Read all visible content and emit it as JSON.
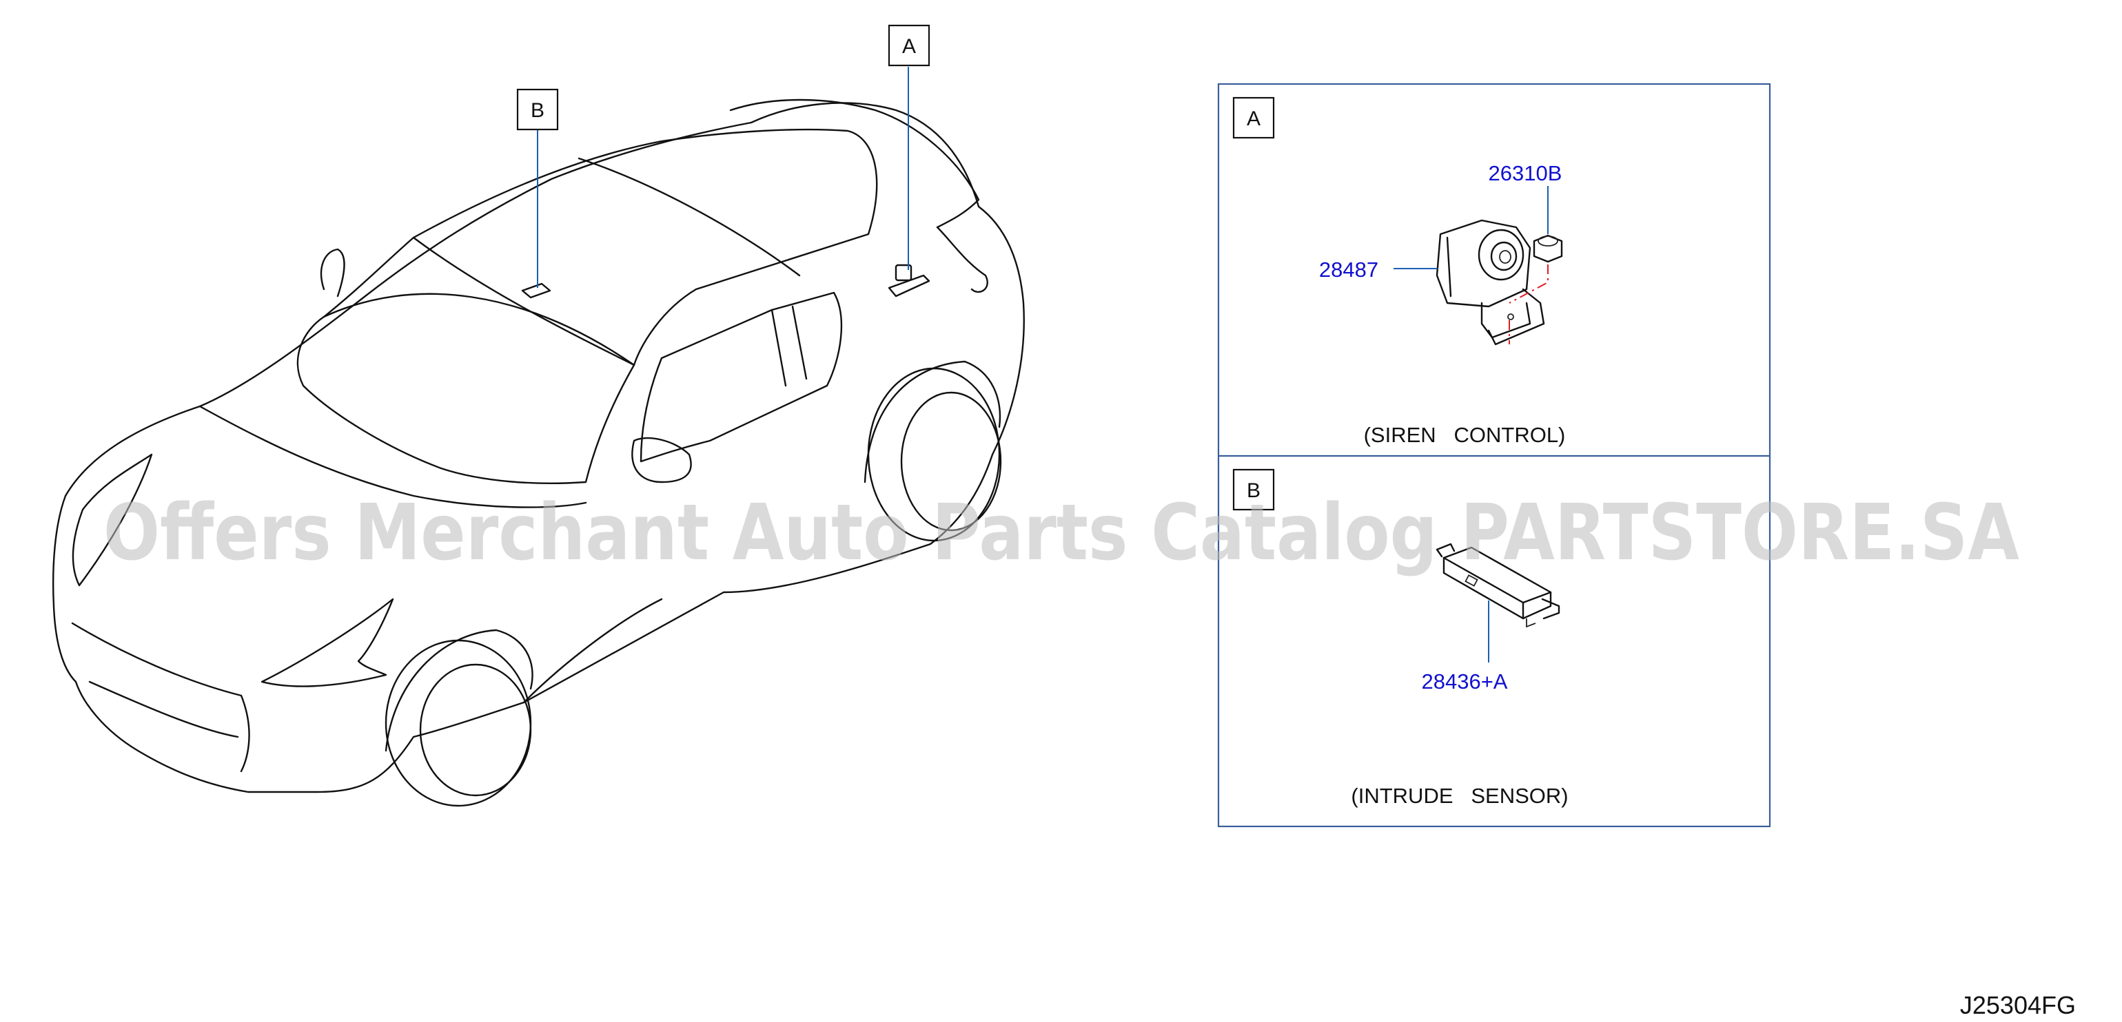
{
  "callouts": {
    "car_a": "A",
    "car_b": "B"
  },
  "panels": [
    {
      "id": "A",
      "caption": "(SIREN   CONTROL)",
      "parts": [
        "26310B",
        "28487"
      ]
    },
    {
      "id": "B",
      "caption": "(INTRUDE   SENSOR)",
      "parts": [
        "28436+A"
      ]
    }
  ],
  "watermark": "Offers Merchant Auto Parts Catalog PARTSTORE.SA",
  "diagram_code": "J25304FG",
  "colors": {
    "part_number": "#1010d0",
    "leader_line": "#1a5fb4",
    "panel_frame": "#3a5f9a",
    "watermark": "#bdbdbd"
  }
}
